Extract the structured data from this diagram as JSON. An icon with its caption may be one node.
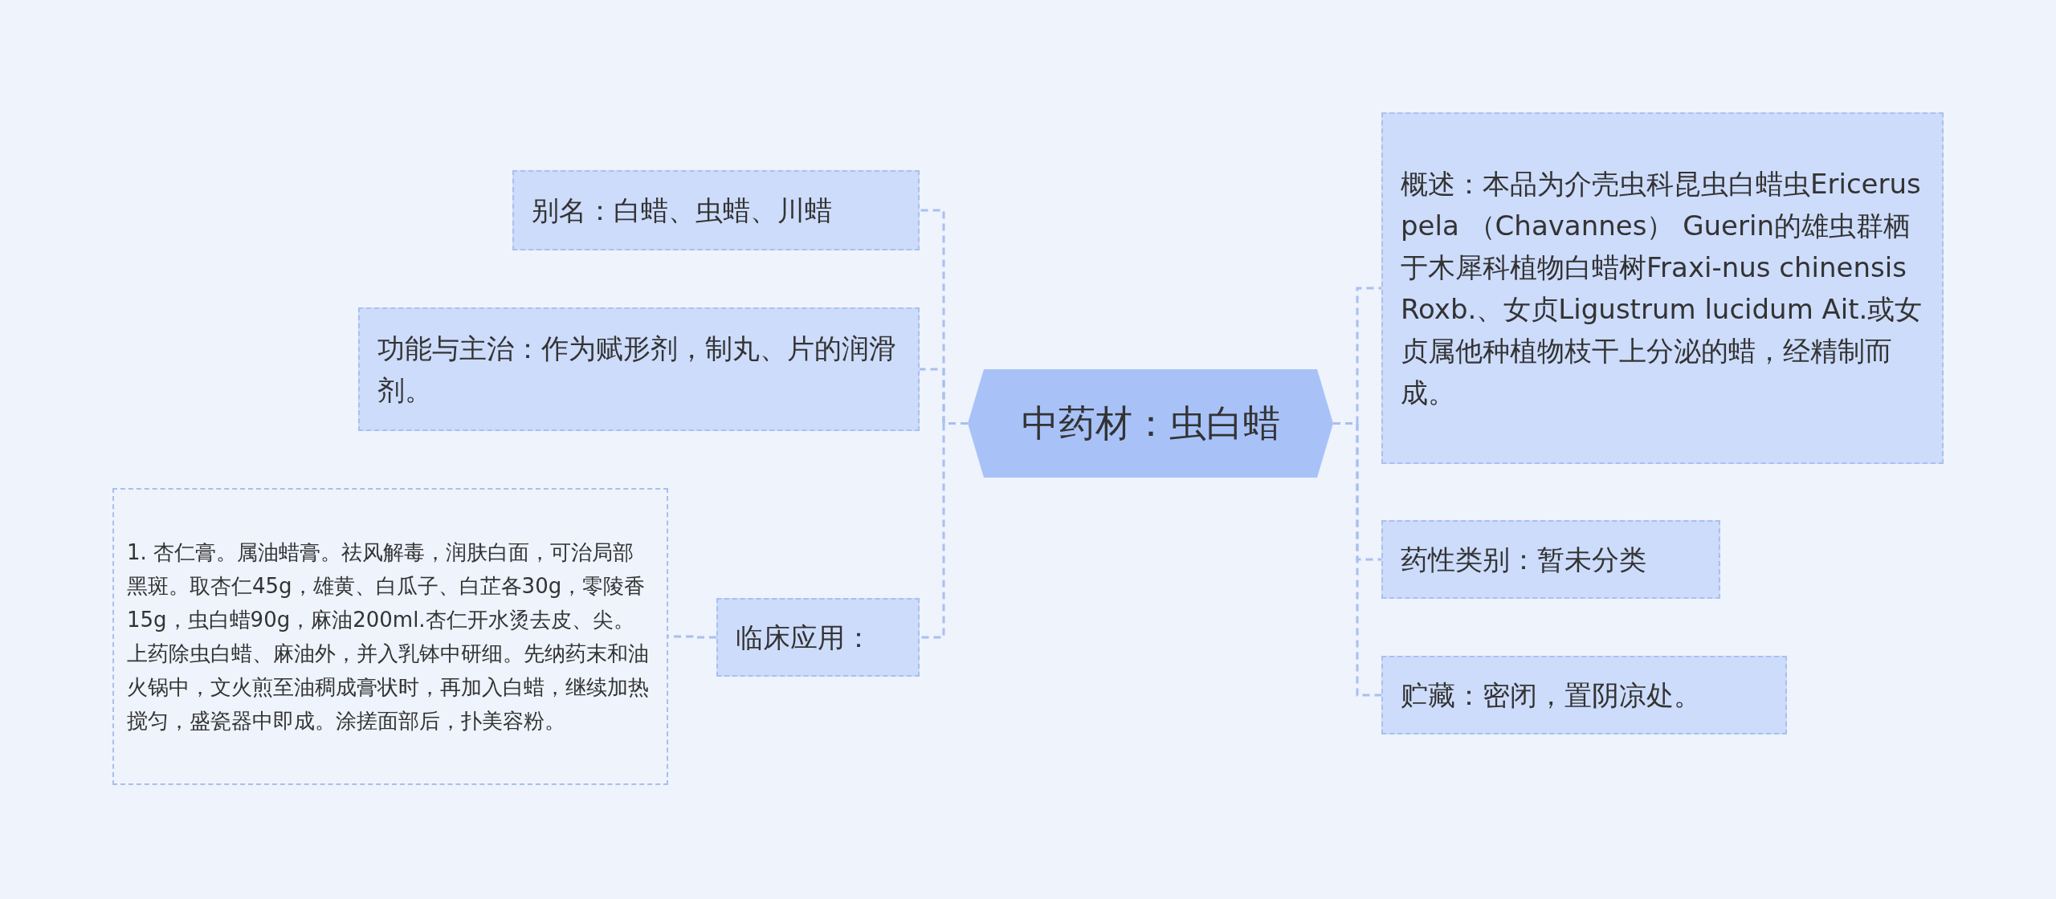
{
  "diagram": {
    "nodes": [
      {
        "text": [
          "中药材：虫白蜡"
        ]
      },
      {
        "text": [
          "别名：白蜡、虫蜡、川蜡"
        ]
      },
      {
        "text": [
          "功能与主治：作为赋形剂，制丸、片的润滑剂。"
        ]
      },
      {
        "text": [
          "临床应用："
        ]
      },
      {
        "text": [
          "1. 杏仁膏。属油蜡膏。祛风解毒，润肤白面，可治局部黑斑。取杏仁45g，雄黄、白瓜子、白芷各30g，零陵香15g，虫白蜡90g，麻油200ml.杏仁开水烫去皮、尖。上药除虫白蜡、麻油外，并入乳钵中研细。先纳药末和油火锅中，文火煎至油稠成膏状时，再加入白蜡，继续加热搅匀，盛瓷器中即成。涂搓面部后，扑美容粉。"
        ]
      },
      {
        "text": [
          "概述：本品为介壳虫科昆虫白蜡虫Ericerus pela （Chavannes） Guerin的雄虫群栖于木犀科植物白蜡树Fraxi-nus chinensis Roxb.、女贞Ligustrum lucidum Ait.或女贞属他种植物枝干上分泌的蜡，经精制而成。"
        ]
      },
      {
        "text": [
          "药性类别：暂未分类"
        ]
      },
      {
        "text": [
          "贮藏：密闭，置阴凉处。"
        ]
      }
    ],
    "edges": [
      {
        "from": 0,
        "to": 1,
        "arrow": "none",
        "style": "dashed"
      },
      {
        "from": 0,
        "to": 2,
        "arrow": "none",
        "style": "dashed"
      },
      {
        "from": 0,
        "to": 3,
        "arrow": "none",
        "style": "dashed"
      },
      {
        "from": 3,
        "to": 4,
        "arrow": "none",
        "style": "dashed"
      },
      {
        "from": 0,
        "to": 5,
        "arrow": "none",
        "style": "dashed"
      },
      {
        "from": 0,
        "to": 6,
        "arrow": "none",
        "style": "dashed"
      },
      {
        "from": 0,
        "to": 7,
        "arrow": "none",
        "style": "dashed"
      }
    ]
  }
}
